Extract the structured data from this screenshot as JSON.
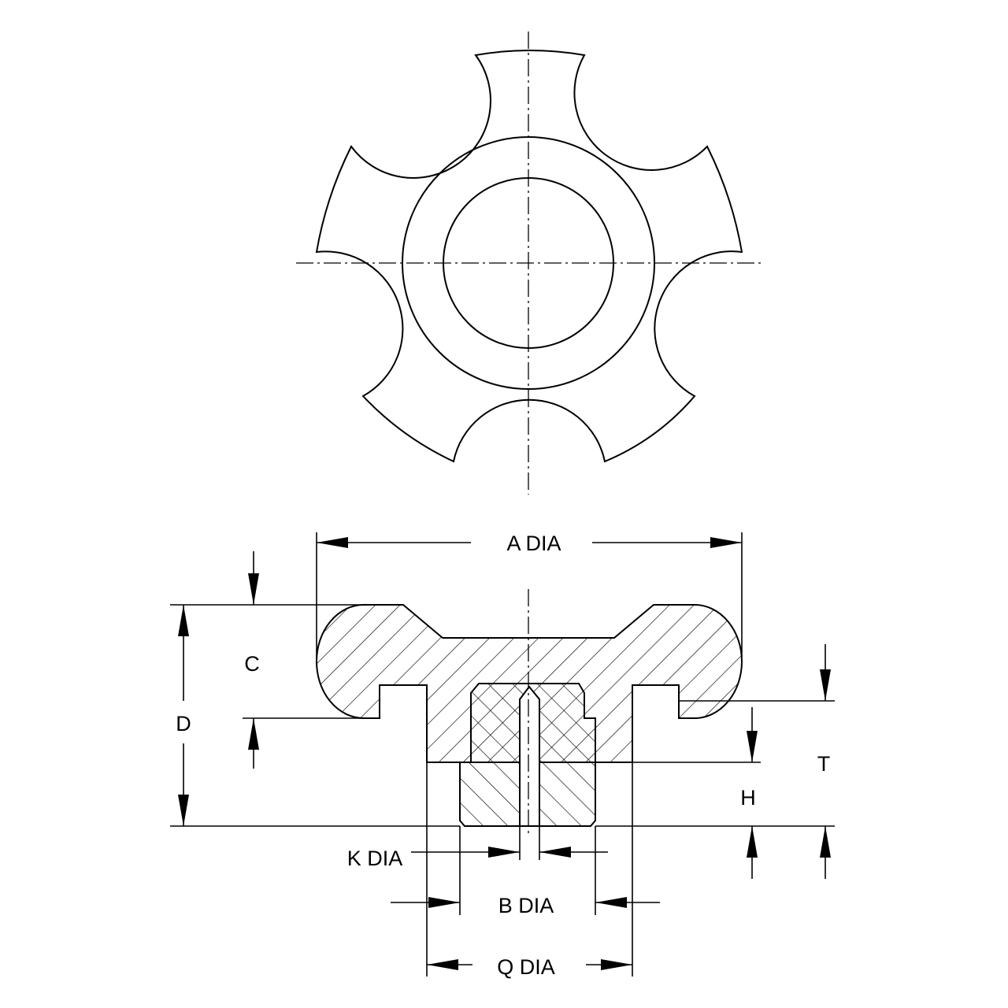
{
  "dimensions": {
    "a_dia": "A DIA",
    "c": "C",
    "d": "D",
    "t": "T",
    "h": "H",
    "k_dia": "K DIA",
    "b_dia": "B DIA",
    "q_dia": "Q DIA"
  }
}
